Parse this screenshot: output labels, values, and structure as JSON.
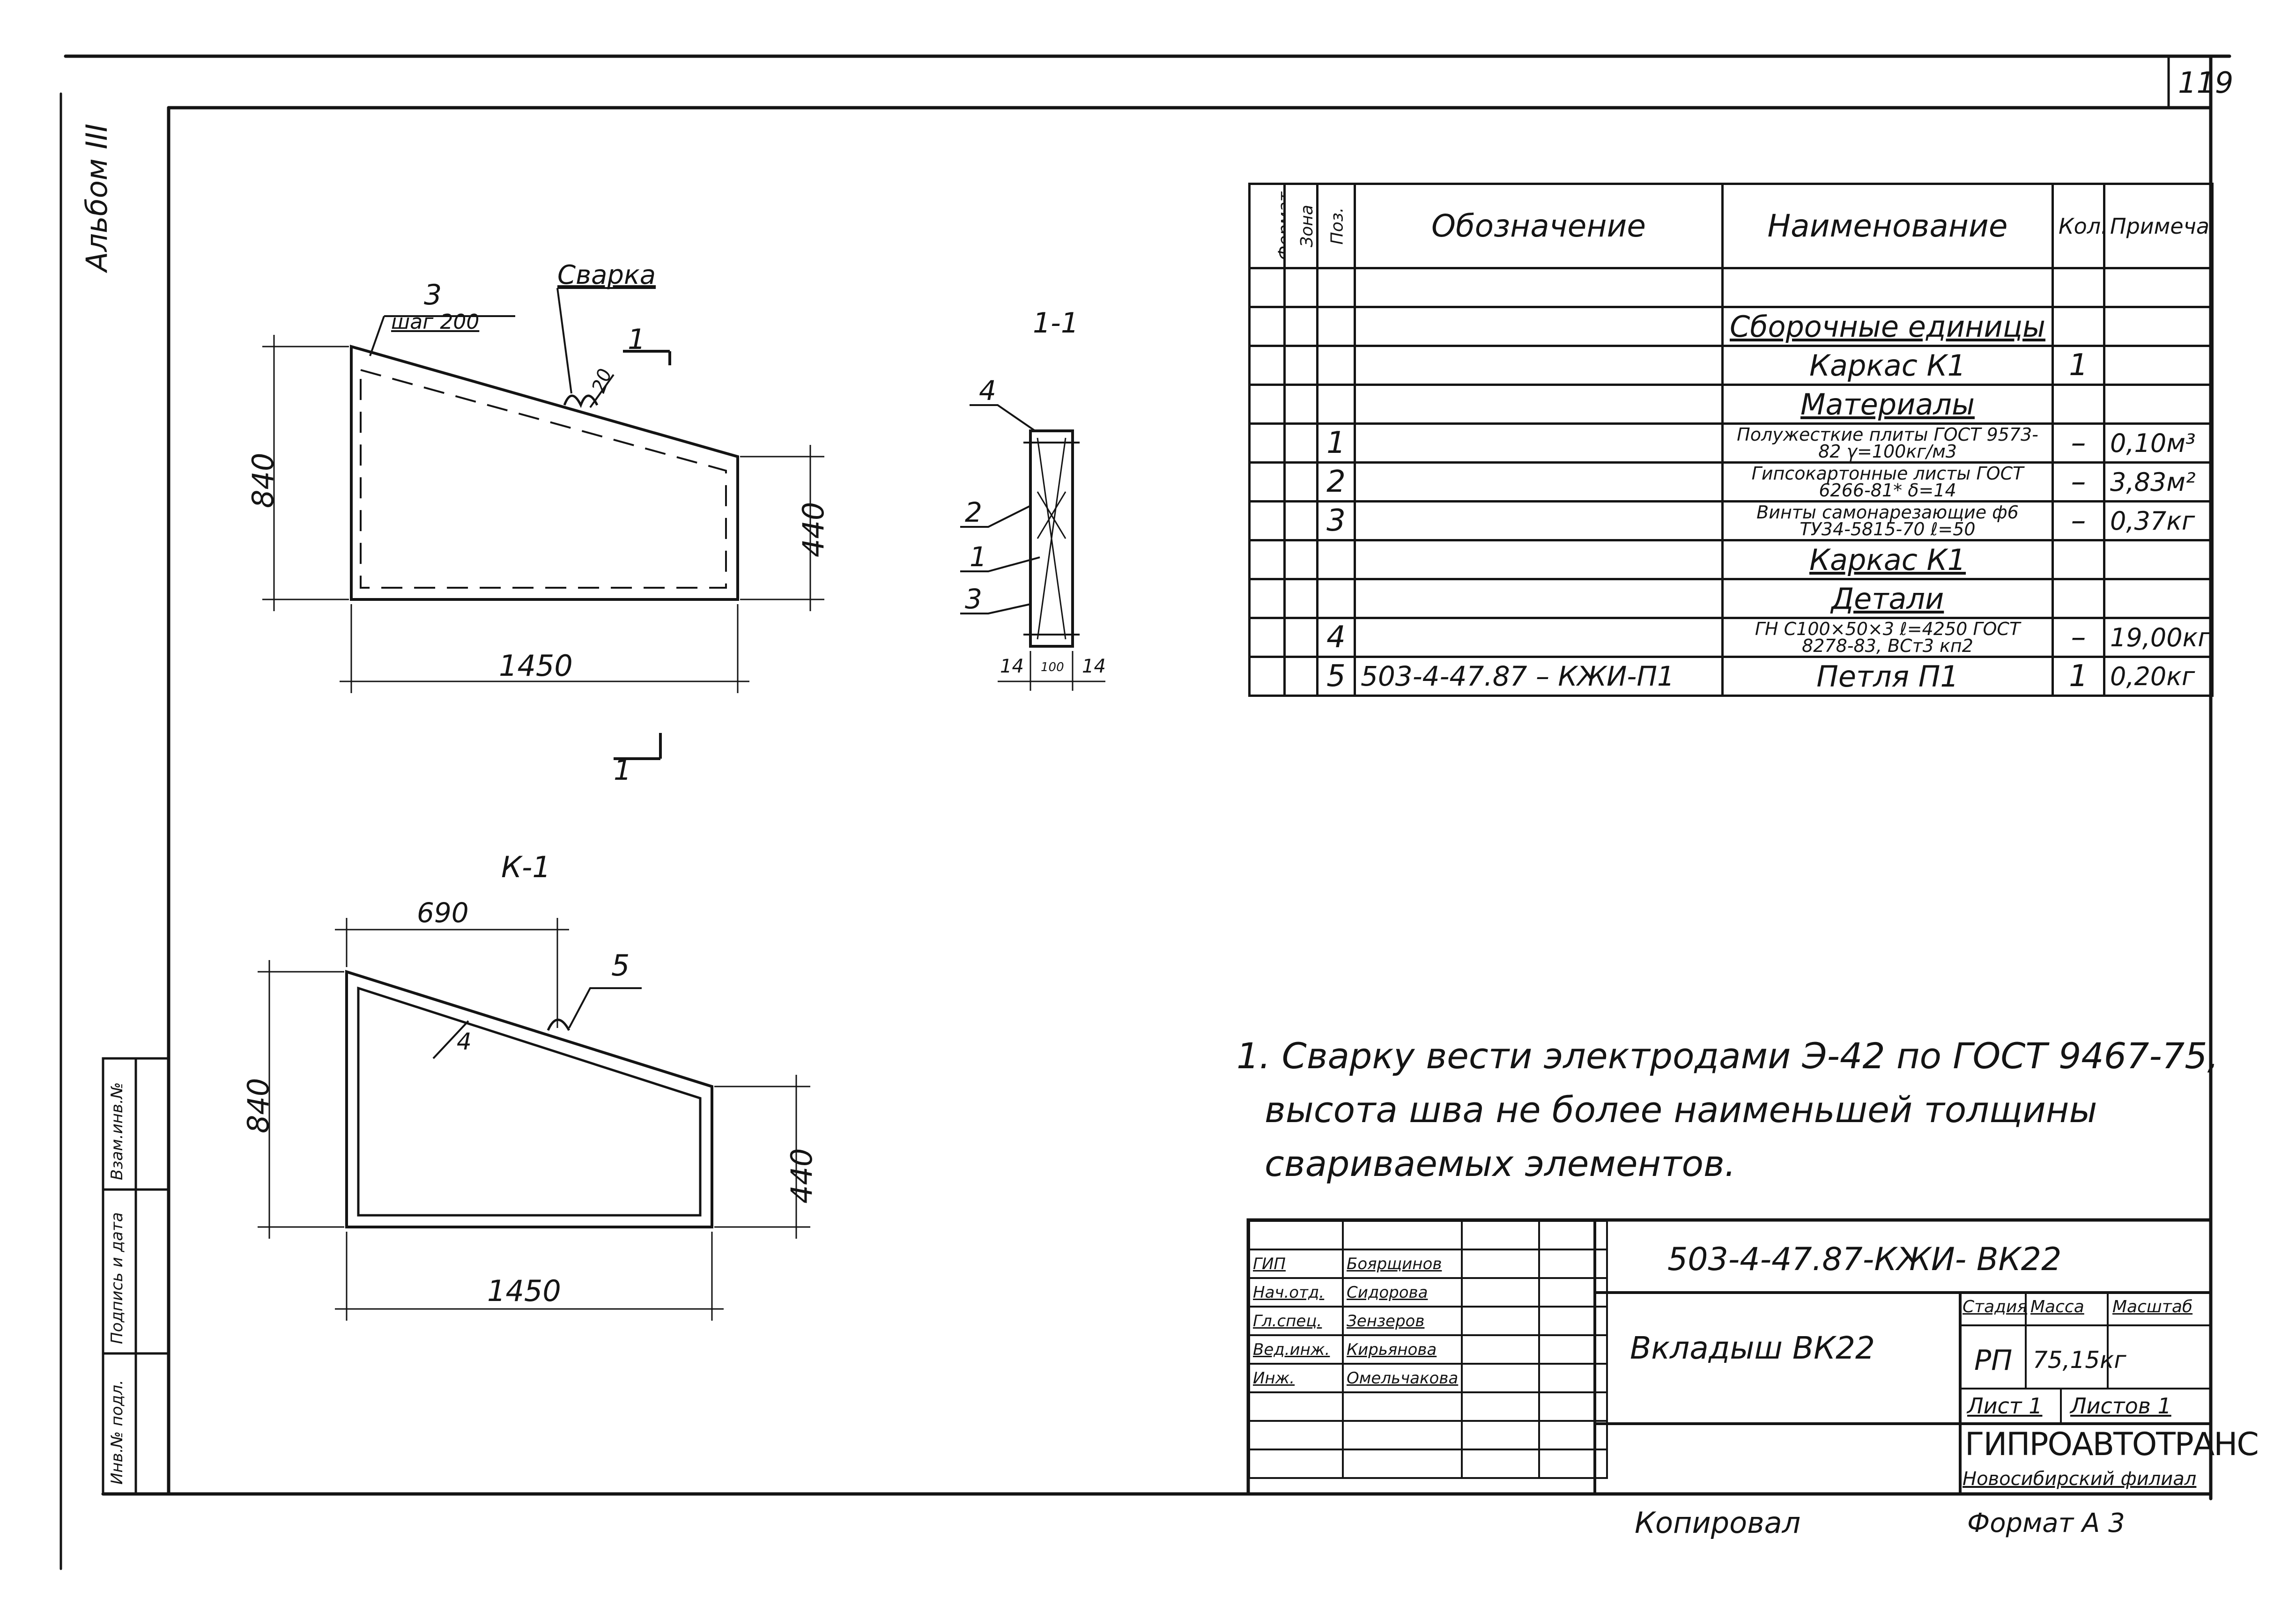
{
  "sheet": {
    "page_number": "119",
    "album": "Альбом III",
    "copied_by": "Копировал",
    "format": "Формат А 3"
  },
  "side_stamp": [
    "Инв.№ подл.",
    "Подпись и дата",
    "Взам.инв.№"
  ],
  "drawing_main": {
    "label_position": "3",
    "label_spacing": "шаг 200",
    "label_weld": "Сварка",
    "label_weld_size": "20",
    "section_mark": "1",
    "dim_height_left": "840",
    "dim_height_right": "440",
    "dim_width": "1450"
  },
  "section_1_1": {
    "title": "1-1",
    "callouts": [
      "4",
      "2",
      "1",
      "3"
    ],
    "dims": [
      "14",
      "100",
      "14"
    ]
  },
  "drawing_k1": {
    "title": "К-1",
    "dim_top": "690",
    "callout_loop": "5",
    "callout_frame": "4",
    "dim_height_left": "840",
    "dim_height_right": "440",
    "dim_width": "1450"
  },
  "spec_table": {
    "headers": {
      "format": "Формат",
      "zone": "Зона",
      "pos": "Поз.",
      "designation": "Обозначение",
      "name": "Наименование",
      "qty": "Кол.",
      "note": "Примечание"
    },
    "rows": [
      {
        "pos": "",
        "designation": "",
        "name": "",
        "qty": "",
        "note": ""
      },
      {
        "pos": "",
        "designation": "",
        "name": "Сборочные единицы",
        "qty": "",
        "note": "",
        "style": "heading"
      },
      {
        "pos": "",
        "designation": "",
        "name": "Каркас К1",
        "qty": "1",
        "note": ""
      },
      {
        "pos": "",
        "designation": "",
        "name": "Материалы",
        "qty": "",
        "note": "",
        "style": "heading"
      },
      {
        "pos": "1",
        "designation": "",
        "name": "Полужесткие плиты ГОСТ 9573-82 γ=100кг/м3",
        "qty": "–",
        "note": "0,10м³",
        "style": "small"
      },
      {
        "pos": "2",
        "designation": "",
        "name": "Гипсокартонные листы ГОСТ 6266-81* δ=14",
        "qty": "–",
        "note": "3,83м²",
        "style": "small"
      },
      {
        "pos": "3",
        "designation": "",
        "name": "Винты самонарезающие ф6 ТУ34-5815-70 ℓ=50",
        "qty": "–",
        "note": "0,37кг",
        "style": "small"
      },
      {
        "pos": "",
        "designation": "",
        "name": "Каркас К1",
        "qty": "",
        "note": "",
        "style": "heading"
      },
      {
        "pos": "",
        "designation": "",
        "name": "Детали",
        "qty": "",
        "note": "",
        "style": "heading"
      },
      {
        "pos": "4",
        "designation": "",
        "name": "ГН С100×50×3 ℓ=4250 ГОСТ 8278-83, ВСт3 кп2",
        "qty": "–",
        "note": "19,00кг",
        "style": "small"
      },
      {
        "pos": "5",
        "designation": "503-4-47.87 – КЖИ-П1",
        "name": "Петля П1",
        "qty": "1",
        "note": "0,20кг"
      }
    ]
  },
  "notes": [
    "1. Сварку вести электродами Э-42 по ГОСТ 9467-75,",
    "высота шва не более наименьшей толщины",
    "свариваемых элементов."
  ],
  "title_block": {
    "code": "503-4-47.87-КЖИ- ВК22",
    "title": "Вкладыш ВК22",
    "roles": [
      "ГИП",
      "Нач.отд.",
      "Гл.спец.",
      "Вед.инж.",
      "Инж."
    ],
    "names": [
      "Боярщинов",
      "Сидорова",
      "Зензеров",
      "Кирьянова",
      "Омельчакова"
    ],
    "stage_label": "Стадия",
    "mass_label": "Масса",
    "scale_label": "Масштаб",
    "stage": "РП",
    "mass": "75,15кг",
    "sheet_label": "Лист 1",
    "sheets_label": "Листов 1",
    "org": "ГИПРОАВТОТРАНС",
    "branch": "Новосибирский филиал"
  }
}
